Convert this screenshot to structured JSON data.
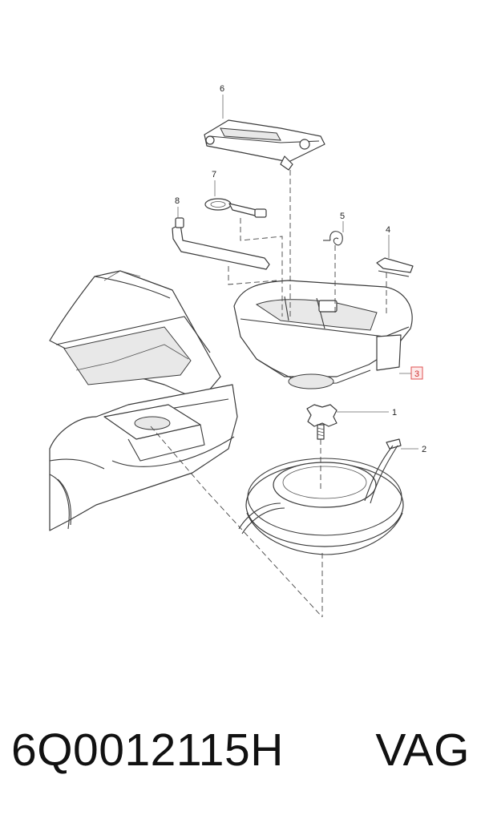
{
  "diagram": {
    "callouts": [
      "1",
      "2",
      "3",
      "4",
      "5",
      "6",
      "7",
      "8"
    ],
    "highlighted_callout": "3"
  },
  "footer": {
    "part_number": "6Q0012115H",
    "brand": "VAG"
  }
}
